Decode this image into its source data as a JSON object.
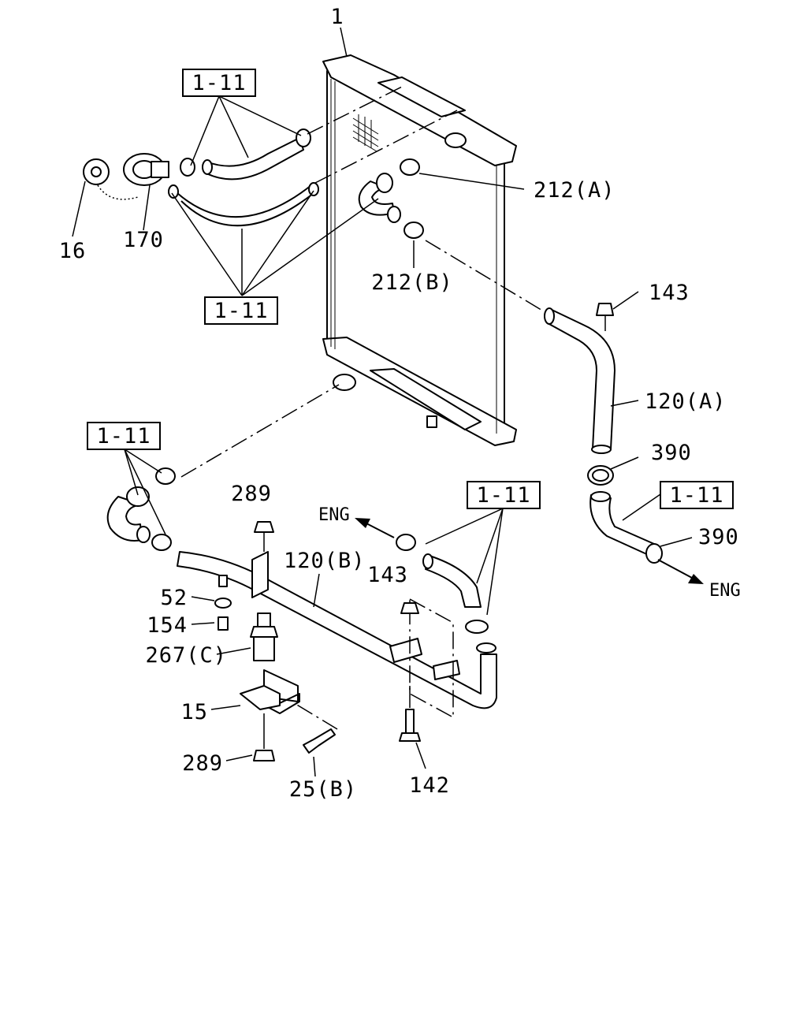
{
  "diagram": {
    "part_labels": {
      "p1": "1",
      "p16": "16",
      "p170": "170",
      "p212a": "212(A)",
      "p212b": "212(B)",
      "p143a": "143",
      "p120a": "120(A)",
      "p390a": "390",
      "p390b": "390",
      "p289a": "289",
      "p120b": "120(B)",
      "p143b": "143",
      "p52": "52",
      "p154": "154",
      "p267c": "267(C)",
      "p15": "15",
      "p289b": "289",
      "p25b": "25(B)",
      "p142": "142"
    },
    "ref_boxes": {
      "r1": "1-11",
      "r2": "1-11",
      "r3": "1-11",
      "r4": "1-11",
      "r5": "1-11"
    },
    "direction_labels": {
      "eng1": "ENG",
      "eng2": "ENG"
    }
  }
}
